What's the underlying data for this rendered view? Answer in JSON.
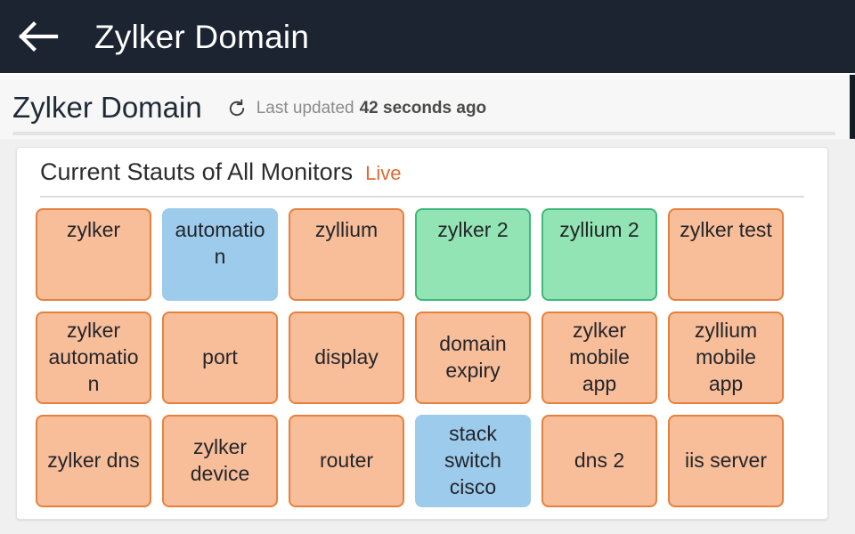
{
  "appbar": {
    "back_icon": "arrow-left-icon",
    "title": "Zylker Domain"
  },
  "subheader": {
    "title": "Zylker Domain",
    "refresh_icon": "refresh-icon",
    "updated_label": "Last updated",
    "updated_value": "42 seconds ago"
  },
  "card": {
    "title": "Current Stauts of All Monitors",
    "live_label": "Live",
    "colors": {
      "down_fill": "#F8BD99",
      "down_border": "#E5813E",
      "up_fill": "#93E4B4",
      "up_border": "#3CB87A",
      "maintenance_fill": "#9CCBEC",
      "live_text": "#DD6A36",
      "appbar_bg": "#1B2430",
      "body_bg": "#F0F0F0"
    },
    "monitors": [
      {
        "label": "zylker",
        "status": "down",
        "align": "top"
      },
      {
        "label": "automation",
        "status": "maintenance",
        "align": "top"
      },
      {
        "label": "zyllium",
        "status": "down",
        "align": "top"
      },
      {
        "label": "zylker 2",
        "status": "up",
        "align": "top"
      },
      {
        "label": "zyllium 2",
        "status": "up",
        "align": "top"
      },
      {
        "label": "zylker test",
        "status": "down",
        "align": "top"
      },
      {
        "label": "zylker automation",
        "status": "down",
        "align": "center"
      },
      {
        "label": "port",
        "status": "down",
        "align": "center"
      },
      {
        "label": "display",
        "status": "down",
        "align": "center"
      },
      {
        "label": "domain expiry",
        "status": "down",
        "align": "center"
      },
      {
        "label": "zylker mobile app",
        "status": "down",
        "align": "center"
      },
      {
        "label": "zyllium mobile app",
        "status": "down",
        "align": "center"
      },
      {
        "label": "zylker dns",
        "status": "down",
        "align": "center"
      },
      {
        "label": "zylker device",
        "status": "down",
        "align": "center"
      },
      {
        "label": "router",
        "status": "down",
        "align": "center"
      },
      {
        "label": "stack switch cisco",
        "status": "maintenance",
        "align": "center"
      },
      {
        "label": "dns 2",
        "status": "down",
        "align": "center"
      },
      {
        "label": "iis server",
        "status": "down",
        "align": "center"
      }
    ]
  }
}
